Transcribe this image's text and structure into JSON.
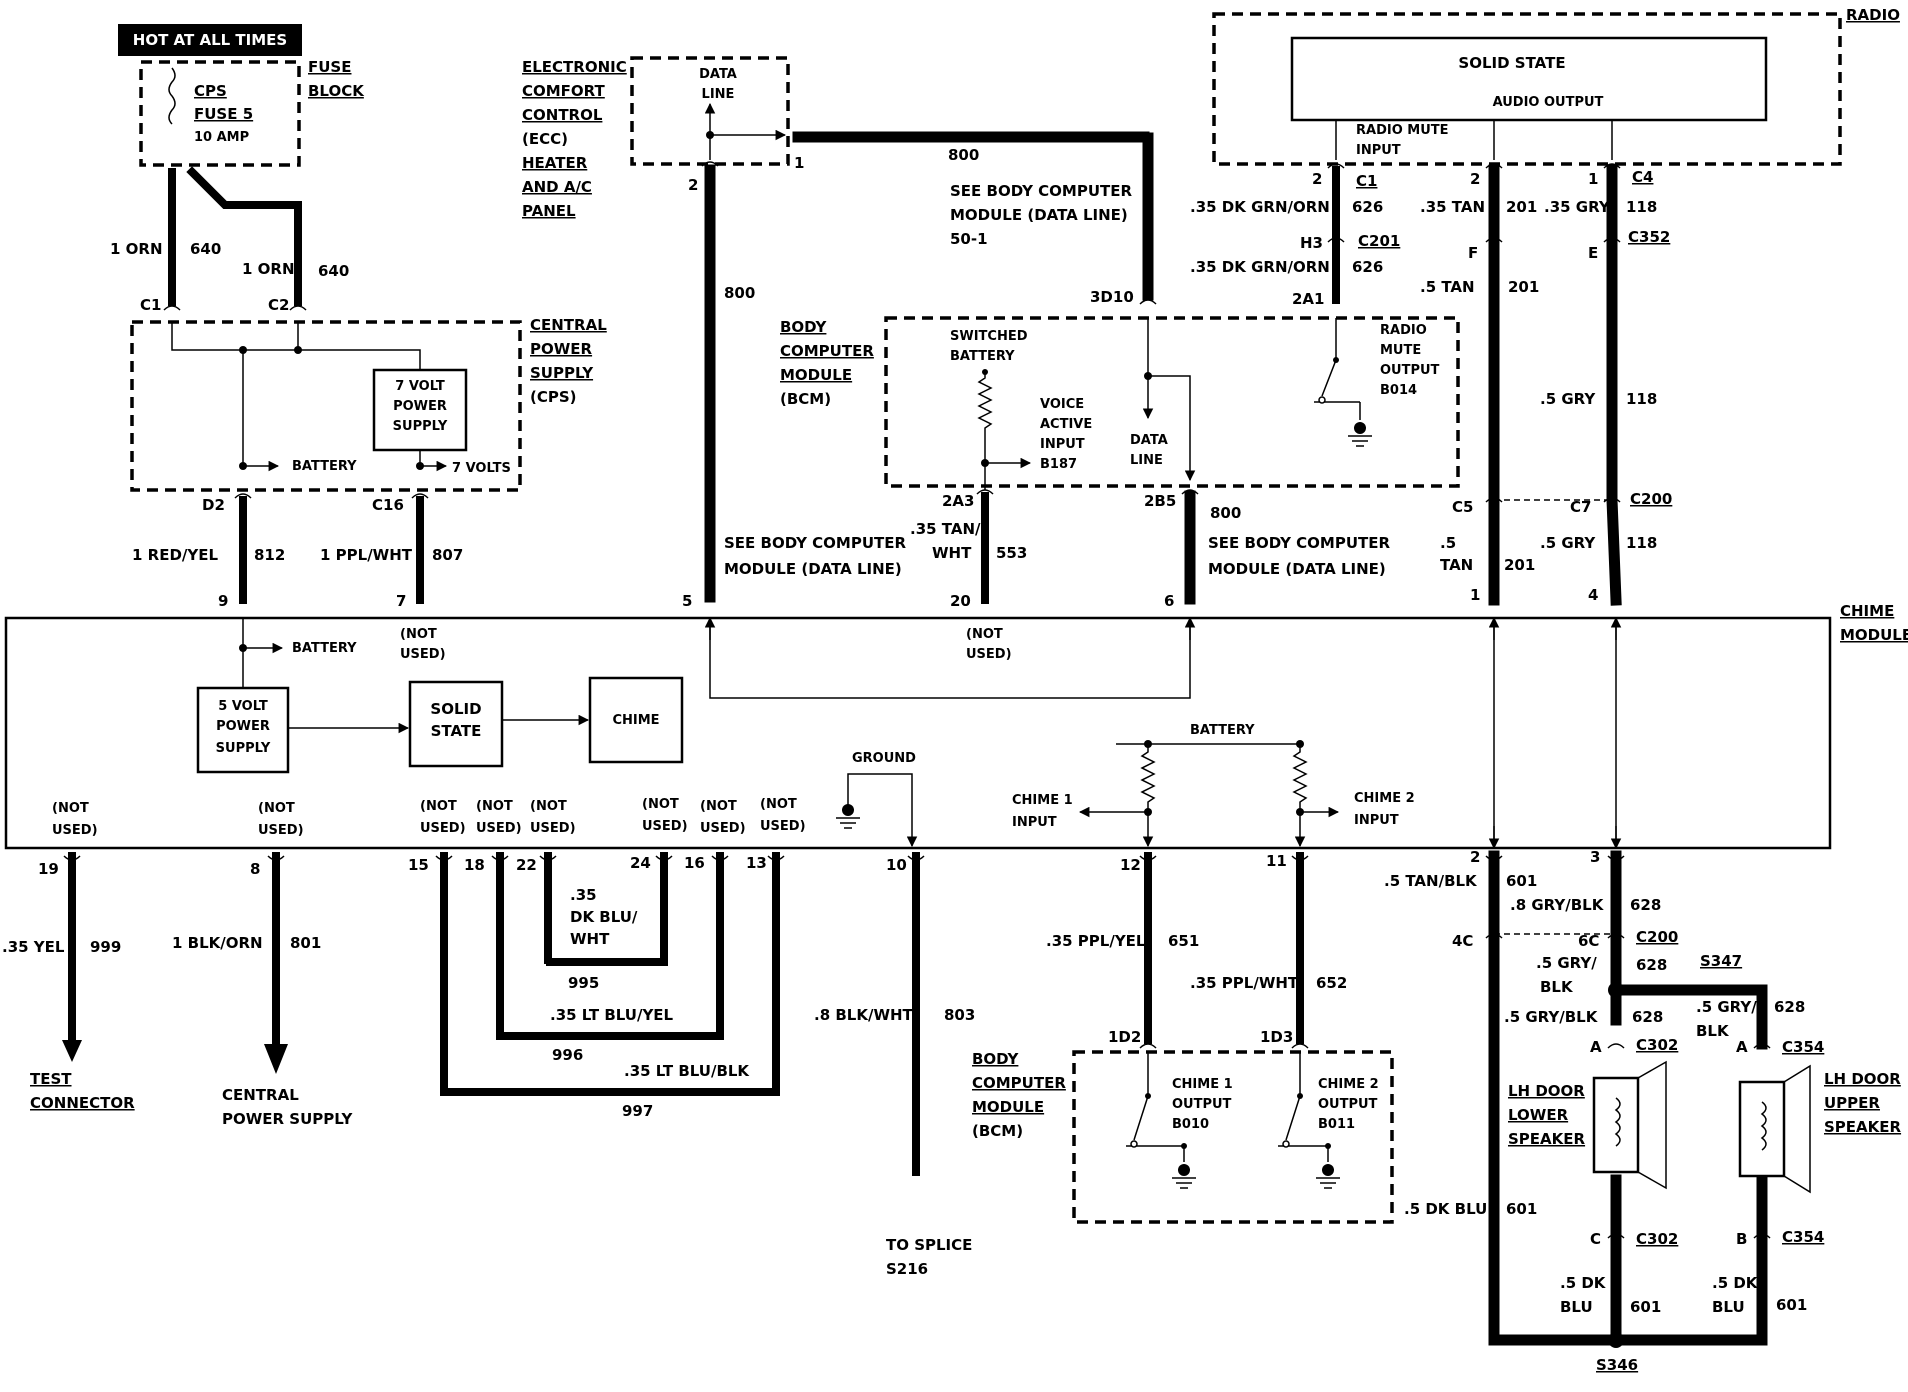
{
  "labels": {
    "hot_at_all_times": "HOT AT ALL TIMES",
    "fuse_block": [
      "FUSE",
      "BLOCK"
    ],
    "cps_fuse": [
      "CPS",
      "FUSE 5",
      "10 AMP"
    ],
    "ecc_panel": [
      "ELECTRONIC",
      "COMFORT",
      "CONTROL",
      "(ECC)",
      "HEATER",
      "AND A/C",
      "PANEL"
    ],
    "data_line": [
      "DATA",
      "LINE"
    ],
    "radio": "RADIO",
    "solid_state_radio": "SOLID STATE",
    "audio_output": "AUDIO OUTPUT",
    "radio_mute_input": [
      "RADIO MUTE",
      "INPUT"
    ],
    "see_bcm_data_line_top": [
      "SEE BODY COMPUTER",
      "MODULE (DATA LINE)",
      "50-1"
    ],
    "see_bcm_data_line_left": [
      "SEE BODY COMPUTER",
      "MODULE (DATA LINE)"
    ],
    "see_bcm_data_line_right": [
      "SEE BODY COMPUTER",
      "MODULE (DATA LINE)"
    ],
    "central_power_supply_box": [
      "CENTRAL",
      "POWER",
      "SUPPLY",
      "(CPS)"
    ],
    "seven_volt_supply": [
      "7 VOLT",
      "POWER",
      "SUPPLY"
    ],
    "battery_cps": "BATTERY",
    "seven_volts": "7 VOLTS",
    "bcm_top": [
      "BODY",
      "COMPUTER",
      "MODULE",
      "(BCM)"
    ],
    "switched_battery": [
      "SWITCHED",
      "BATTERY"
    ],
    "voice_active_input": [
      "VOICE",
      "ACTIVE",
      "INPUT",
      "B187"
    ],
    "data_line_bcm": [
      "DATA",
      "LINE"
    ],
    "radio_mute_output": [
      "RADIO",
      "MUTE",
      "OUTPUT",
      "B014"
    ],
    "chime_module": [
      "CHIME",
      "MODULE"
    ],
    "battery_chime": "BATTERY",
    "five_volt_supply": [
      "5 VOLT",
      "POWER",
      "SUPPLY"
    ],
    "solid_state_chime": [
      "SOLID",
      "STATE"
    ],
    "chime": "CHIME",
    "ground": "GROUND",
    "battery_upper": "BATTERY",
    "chime1_input": [
      "CHIME 1",
      "INPUT"
    ],
    "chime2_input": [
      "CHIME 2",
      "INPUT"
    ],
    "not_used": [
      "(NOT",
      "USED)"
    ],
    "test_connector": [
      "TEST",
      "CONNECTOR"
    ],
    "central_power_supply": [
      "CENTRAL",
      "POWER SUPPLY"
    ],
    "to_splice": [
      "TO SPLICE",
      "S216"
    ],
    "bcm_bottom": [
      "BODY",
      "COMPUTER",
      "MODULE",
      "(BCM)"
    ],
    "chime1_output": [
      "CHIME 1",
      "OUTPUT",
      "B010"
    ],
    "chime2_output": [
      "CHIME 2",
      "OUTPUT",
      "B011"
    ],
    "lh_door_lower": [
      "LH DOOR",
      "LOWER",
      "SPEAKER"
    ],
    "lh_door_upper": [
      "LH DOOR",
      "UPPER",
      "SPEAKER"
    ]
  },
  "wires": {
    "orn_640_a": [
      "1 ORN",
      "640"
    ],
    "orn_640_b": [
      "1 ORN",
      "640"
    ],
    "w800_top": "800",
    "w800_left": "800",
    "w800_right": "800",
    "red_yel_812": [
      "1 RED/YEL",
      "812"
    ],
    "ppl_wht_807": [
      "1 PPL/WHT",
      "807"
    ],
    "dk_grn_orn_626_a": [
      ".35 DK GRN/ORN",
      "626"
    ],
    "dk_grn_orn_626_b": [
      ".35 DK GRN/ORN",
      "626"
    ],
    "tan_201_a": [
      ".35 TAN",
      "201"
    ],
    "gry_118_a": [
      ".35 GRY",
      "118"
    ],
    "tan_201_b": [
      ".5 TAN",
      "201"
    ],
    "gry_118_b": [
      ".5 GRY",
      "118"
    ],
    "tan_201_c": [
      ".5",
      "TAN",
      "201"
    ],
    "gry_118_c": [
      ".5 GRY",
      "118"
    ],
    "tan_wht_553": [
      ".35 TAN/",
      "WHT",
      "553"
    ],
    "yel_999": [
      ".35 YEL",
      "999"
    ],
    "blk_orn_801": [
      "1 BLK/ORN",
      "801"
    ],
    "dk_blu_wht_995": [
      ".35",
      "DK BLU/",
      "WHT",
      "995"
    ],
    "lt_blu_yel_996": [
      ".35 LT BLU/YEL",
      "996"
    ],
    "lt_blu_blk_997": [
      ".35 LT BLU/BLK",
      "997"
    ],
    "blk_wht_803": [
      ".8 BLK/WHT",
      "803"
    ],
    "ppl_yel_651": [
      ".35 PPL/YEL",
      "651"
    ],
    "ppl_wht_652": [
      ".35 PPL/WHT",
      "652"
    ],
    "tan_blk_601": [
      ".5 TAN/BLK",
      "601"
    ],
    "gry_blk_628_a": [
      ".8 GRY/BLK",
      "628"
    ],
    "gry_blk_628_b": [
      ".5 GRY/",
      "BLK",
      "628"
    ],
    "gry_blk_628_c": [
      ".5 GRY/BLK",
      "628"
    ],
    "gry_blk_628_d": [
      ".5 GRY/",
      "BLK",
      "628"
    ],
    "dk_blu_601_a": [
      ".5 DK BLU",
      "601"
    ],
    "dk_blu_601_b": [
      ".5 DK",
      "BLU",
      "601"
    ],
    "dk_blu_601_c": [
      ".5 DK",
      "BLU",
      "601"
    ]
  },
  "connectors": {
    "c1": "C1",
    "c2": "C2",
    "d2": "D2",
    "c16": "C16",
    "radio_c1": "C1",
    "radio_c4": "C4",
    "c201": "C201",
    "c352": "C352",
    "h3": "H3",
    "f": "F",
    "e": "E",
    "a2a1": "2A1",
    "a3d10": "3D10",
    "a2a3": "2A3",
    "a2b5": "2B5",
    "c5": "C5",
    "c7": "C7",
    "c200_top": "C200",
    "c200_bot": "C200",
    "c4_bot": "4C",
    "c6": "6C",
    "s347": "S347",
    "c302_top": "C302",
    "c302_bot": "C302",
    "c354_top": "C354",
    "c354_bot": "C354",
    "s346": "S346",
    "d02": "1D2",
    "d03": "1D3",
    "a": "A",
    "a2": "A",
    "c": "C",
    "b": "B"
  },
  "pins": {
    "p9": "9",
    "p7": "7",
    "p5": "5",
    "p20": "20",
    "p6": "6",
    "p1": "1",
    "p4": "4",
    "p19": "19",
    "p8": "8",
    "p15": "15",
    "p18": "18",
    "p22": "22",
    "p24": "24",
    "p16": "16",
    "p13": "13",
    "p10": "10",
    "p12": "12",
    "p11": "11",
    "p2": "2",
    "p3": "3",
    "ecc2": "2",
    "ecc1": "1",
    "r2a": "2",
    "r2b": "2",
    "r1": "1"
  }
}
